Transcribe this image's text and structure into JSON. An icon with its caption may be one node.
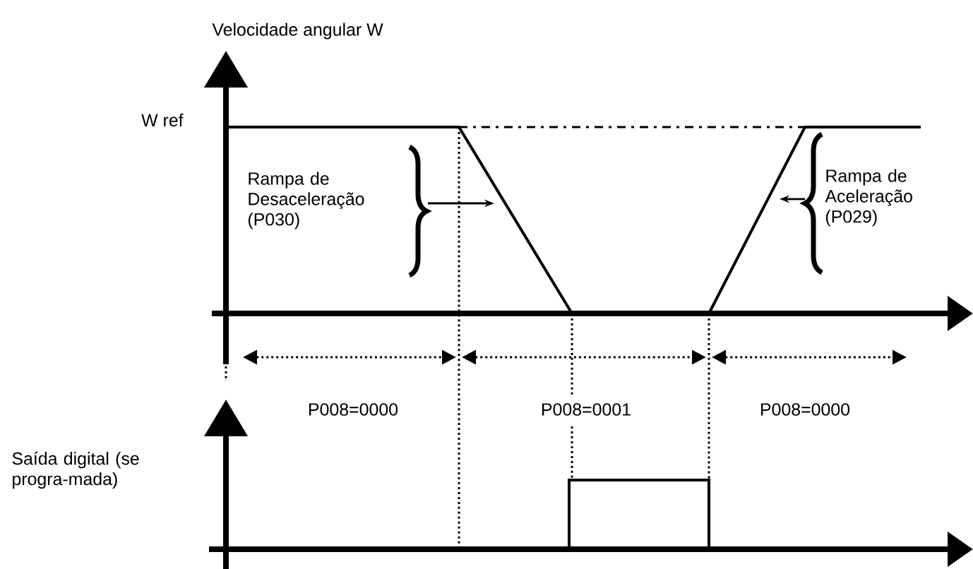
{
  "diagram": {
    "labels": [
      "Velocidade angular W",
      "W ref",
      "Rampa de Desaceleração (P030)",
      "Rampa de Aceleração (P029)",
      "P008=0000",
      "P008=0001",
      "P008=0000",
      "Saída digital (se progra-mada)"
    ]
  }
}
